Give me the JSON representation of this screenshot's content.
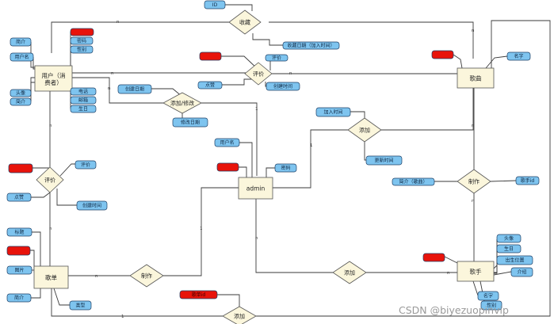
{
  "colors": {
    "entity_fill": "#fbf6dc",
    "attr_fill": "#7ec4ef",
    "key_fill": "#e8130b",
    "line": "#3a3a3a"
  },
  "entities": [
    {
      "id": "user",
      "label": "用户（消费者）"
    },
    {
      "id": "admin",
      "label": "admin"
    },
    {
      "id": "song",
      "label": "歌曲"
    },
    {
      "id": "singer",
      "label": "歌手"
    },
    {
      "id": "playlist",
      "label": "歌单"
    }
  ],
  "relationships": [
    {
      "id": "r_collect",
      "label": "收藏"
    },
    {
      "id": "r_comment_song",
      "label": "评价"
    },
    {
      "id": "r_addmod",
      "label": "添加/修改"
    },
    {
      "id": "r_comment_pl",
      "label": "评价"
    },
    {
      "id": "r_add_song",
      "label": "添加"
    },
    {
      "id": "r_make_song",
      "label": "制作"
    },
    {
      "id": "r_make_pl",
      "label": "制作"
    },
    {
      "id": "r_add_singer",
      "label": "添加"
    },
    {
      "id": "r_add_pl",
      "label": "添加"
    }
  ],
  "attributes": [
    {
      "id": "a_collect_id",
      "label": "ID",
      "key": false
    },
    {
      "id": "a_collect_date",
      "label": "收藏日期（加入时间）",
      "key": false
    },
    {
      "id": "a_user_key",
      "label": "",
      "key": true
    },
    {
      "id": "a_user_pwd",
      "label": "密码",
      "key": false
    },
    {
      "id": "a_user_gender",
      "label": "性别",
      "key": false
    },
    {
      "id": "a_user_intro",
      "label": "简介",
      "key": false
    },
    {
      "id": "a_user_name",
      "label": "用户名",
      "key": false
    },
    {
      "id": "a_user_avatar",
      "label": "头像",
      "key": false
    },
    {
      "id": "a_user_intro2",
      "label": "简介",
      "key": false
    },
    {
      "id": "a_user_phone",
      "label": "电话",
      "key": false
    },
    {
      "id": "a_user_email",
      "label": "邮箱",
      "key": false
    },
    {
      "id": "a_user_birth",
      "label": "生日",
      "key": false
    },
    {
      "id": "a_cs_key",
      "label": "",
      "key": true
    },
    {
      "id": "a_cs_comment",
      "label": "评价",
      "key": false
    },
    {
      "id": "a_cs_like",
      "label": "点赞",
      "key": false
    },
    {
      "id": "a_cs_time",
      "label": "创建时间",
      "key": false
    },
    {
      "id": "a_am_create",
      "label": "创建日期",
      "key": false
    },
    {
      "id": "a_am_modify",
      "label": "修改日期",
      "key": false
    },
    {
      "id": "a_song_key",
      "label": "",
      "key": true
    },
    {
      "id": "a_song_name",
      "label": "名字",
      "key": false
    },
    {
      "id": "a_as_join",
      "label": "加入时间",
      "key": false
    },
    {
      "id": "a_as_update",
      "label": "更新时间",
      "key": false
    },
    {
      "id": "a_admin_user",
      "label": "用户名",
      "key": false
    },
    {
      "id": "a_admin_key",
      "label": "",
      "key": true
    },
    {
      "id": "a_admin_pwd",
      "label": "密码",
      "key": false
    },
    {
      "id": "a_ms_intro",
      "label": "简介（歌曲）",
      "key": false
    },
    {
      "id": "a_ms_singer",
      "label": "歌手id",
      "key": false
    },
    {
      "id": "a_cp_key",
      "label": "",
      "key": true
    },
    {
      "id": "a_cp_comment",
      "label": "评价",
      "key": false
    },
    {
      "id": "a_cp_like",
      "label": "点赞",
      "key": false
    },
    {
      "id": "a_cp_time",
      "label": "创建时间",
      "key": false
    },
    {
      "id": "a_pl_title",
      "label": "标题",
      "key": false
    },
    {
      "id": "a_pl_key",
      "label": "",
      "key": true
    },
    {
      "id": "a_pl_image",
      "label": "图片",
      "key": false
    },
    {
      "id": "a_pl_intro",
      "label": "简介",
      "key": false
    },
    {
      "id": "a_pl_type",
      "label": "类型",
      "key": false
    },
    {
      "id": "a_singer_key",
      "label": "",
      "key": true
    },
    {
      "id": "a_singer_avatar",
      "label": "头像",
      "key": false
    },
    {
      "id": "a_singer_birth",
      "label": "生日",
      "key": false
    },
    {
      "id": "a_singer_place",
      "label": "出生位置",
      "key": false
    },
    {
      "id": "a_singer_intro",
      "label": "介绍",
      "key": false
    },
    {
      "id": "a_singer_name",
      "label": "名字",
      "key": false
    },
    {
      "id": "a_singer_gender",
      "label": "性别",
      "key": false
    },
    {
      "id": "a_ap_key",
      "label": "歌单id",
      "key": true
    }
  ],
  "cardinalities": [
    {
      "id": "c1",
      "label": "n"
    },
    {
      "id": "c2",
      "label": "n"
    },
    {
      "id": "c3",
      "label": "1"
    },
    {
      "id": "c4",
      "label": "n"
    },
    {
      "id": "c5",
      "label": "n"
    },
    {
      "id": "c6",
      "label": "n"
    },
    {
      "id": "c7",
      "label": "n"
    },
    {
      "id": "c8",
      "label": "1"
    },
    {
      "id": "c9",
      "label": "n"
    },
    {
      "id": "c10",
      "label": "n"
    },
    {
      "id": "c11",
      "label": "1"
    },
    {
      "id": "c12",
      "label": "n"
    },
    {
      "id": "c13",
      "label": "n"
    },
    {
      "id": "c14",
      "label": "n"
    },
    {
      "id": "c15",
      "label": "1"
    },
    {
      "id": "c16",
      "label": "n"
    }
  ],
  "watermark": "CSDN @biyezuopinvip"
}
